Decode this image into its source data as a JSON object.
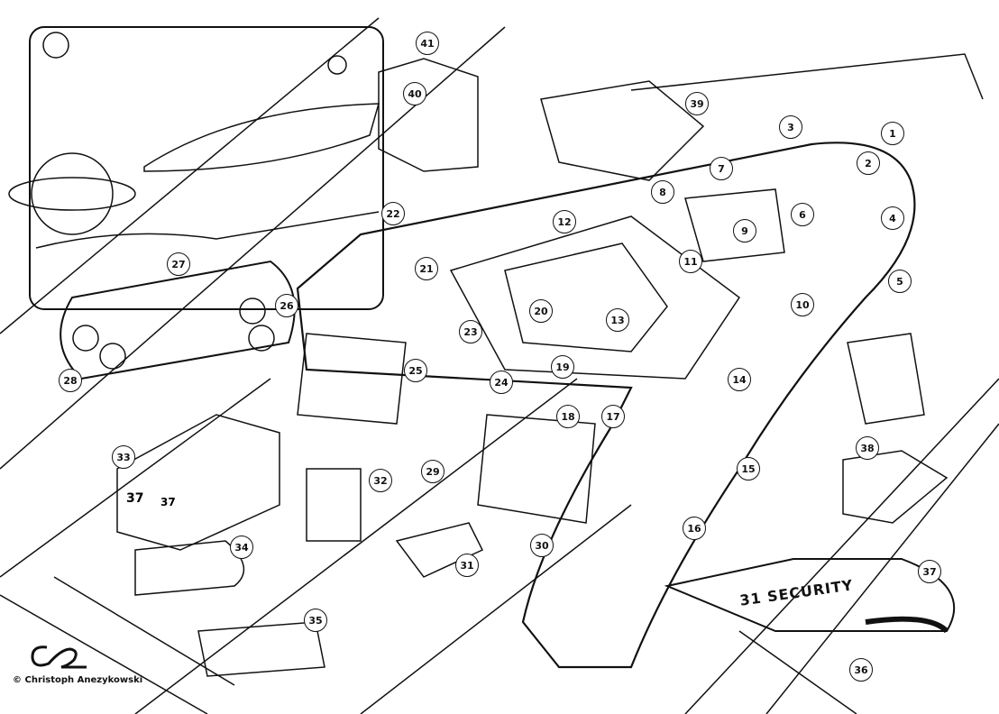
{
  "title": "Spaceship cutaway illustration",
  "callouts": [
    "1",
    "2",
    "3",
    "4",
    "5",
    "6",
    "7",
    "8",
    "9",
    "10",
    "11",
    "12",
    "13",
    "14",
    "15",
    "16",
    "17",
    "18",
    "19",
    "20",
    "21",
    "22",
    "23",
    "24",
    "25",
    "26",
    "27",
    "28",
    "29",
    "30",
    "31",
    "32",
    "33",
    "34",
    "35",
    "36",
    "37",
    "38",
    "39",
    "40",
    "41"
  ],
  "markings": {
    "container_a": "37",
    "container_b": "37",
    "security_ship": "SECURITY",
    "security_number": "31"
  },
  "signature": "© Christoph Anezykowski",
  "logo_text": "CA"
}
